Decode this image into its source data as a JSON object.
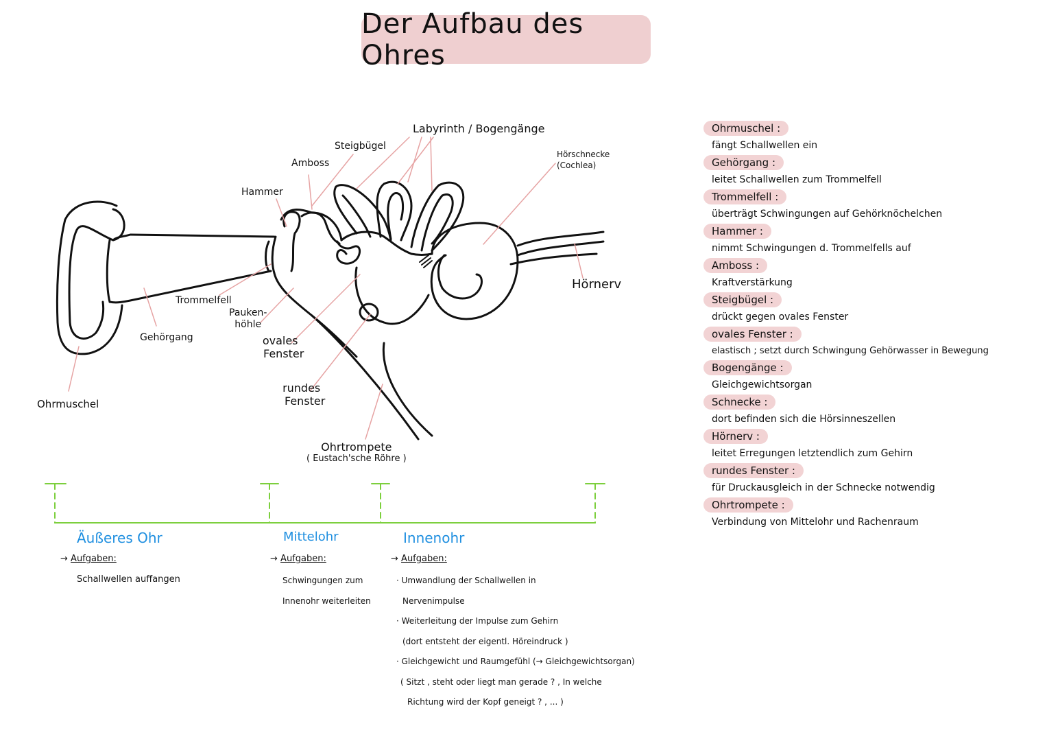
{
  "title": "Der Aufbau des Ohres",
  "colors": {
    "title_bg": "#efcfd0",
    "term_bg": "#f2d3d4",
    "leader": "#e6a3a3",
    "bracket": "#7ccf3d",
    "section_title": "#1f8fe0"
  },
  "labels": {
    "labyrinth": "Labyrinth / Bogengänge",
    "steigbuegel": "Steigbügel",
    "amboss": "Amboss",
    "hammer": "Hammer",
    "hoerschnecke": "Hörschnecke",
    "cochlea": "(Cochlea)",
    "hoernerv": "Hörnerv",
    "trommelfell": "Trommelfell",
    "paukenhoehle_1": "Pauken-",
    "paukenhoehle_2": "höhle",
    "ovales_1": "ovales",
    "ovales_2": "Fenster",
    "gehoergang": "Gehörgang",
    "rundes_1": "rundes",
    "rundes_2": "Fenster",
    "ohrmuschel": "Ohrmuschel",
    "ohrtrompete_1": "Ohrtrompete",
    "ohrtrompete_2": "( Eustach'sche Röhre )"
  },
  "sections": {
    "outer": {
      "title": "Äußeres Ohr",
      "arrow": "→",
      "tasks_label": "Aufgaben:",
      "lines": [
        "Schallwellen auffangen"
      ]
    },
    "middle": {
      "title": "Mittelohr",
      "arrow": "→",
      "tasks_label": "Aufgaben:",
      "lines": [
        "Schwingungen zum",
        "Innenohr weiterleiten"
      ]
    },
    "inner": {
      "title": "Innenohr",
      "arrow": "→",
      "tasks_label": "Aufgaben:",
      "lines": [
        "· Umwandlung der Schallwellen in",
        "Nervenimpulse",
        "· Weiterleitung der Impulse zum Gehirn",
        "(dort entsteht der eigentl. Höreindruck )",
        "· Gleichgewicht und Raumgefühl (→ Gleichgewichtsorgan)",
        "( Sitzt , steht oder liegt man gerade ? , In welche",
        "Richtung wird der Kopf geneigt ? , ... )"
      ]
    }
  },
  "glossary": [
    {
      "term": "Ohrmuschel :",
      "def": "fängt Schallwellen ein"
    },
    {
      "term": "Gehörgang :",
      "def": "leitet Schallwellen zum Trommelfell"
    },
    {
      "term": "Trommelfell :",
      "def": "überträgt Schwingungen auf Gehörknöchelchen"
    },
    {
      "term": "Hammer :",
      "def": "nimmt Schwingungen d. Trommelfells auf"
    },
    {
      "term": "Amboss :",
      "def": "Kraftverstärkung"
    },
    {
      "term": "Steigbügel :",
      "def": "drückt gegen ovales Fenster"
    },
    {
      "term": "ovales Fenster :",
      "def": "elastisch ; setzt durch Schwingung Gehörwasser in Bewegung"
    },
    {
      "term": "Bogengänge :",
      "def": "Gleichgewichtsorgan"
    },
    {
      "term": "Schnecke :",
      "def": "dort befinden sich die Hörsinneszellen"
    },
    {
      "term": "Hörnerv :",
      "def": "leitet Erregungen letztendlich zum Gehirn"
    },
    {
      "term": "rundes Fenster :",
      "def": "für Druckausgleich in der Schnecke notwendig"
    },
    {
      "term": "Ohrtrompete :",
      "def": "Verbindung von Mittelohr und Rachenraum"
    }
  ]
}
